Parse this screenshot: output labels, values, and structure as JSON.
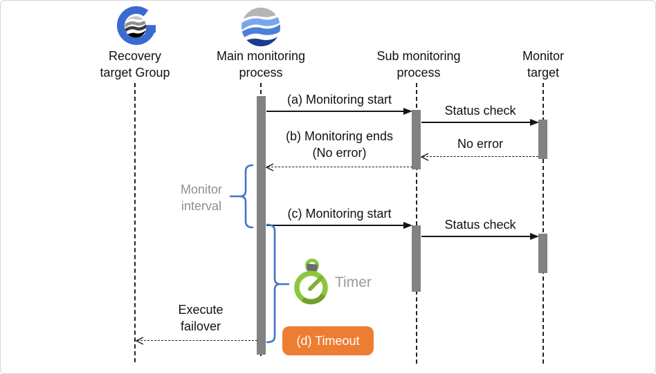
{
  "actors": [
    {
      "line1": "Recovery",
      "line2": "target Group"
    },
    {
      "line1": "Main monitoring",
      "line2": "process"
    },
    {
      "line1": "Sub monitoring",
      "line2": "process"
    },
    {
      "line1": "Monitor",
      "line2": "target"
    }
  ],
  "messages": {
    "monitoring_start_a": "(a) Monitoring start",
    "status_check_1": "Status check",
    "no_error": "No error",
    "monitoring_ends_b_line1": "(b) Monitoring ends",
    "monitoring_ends_b_line2": "(No error)",
    "monitoring_start_c": "(c) Monitoring start",
    "status_check_2": "Status check",
    "execute_failover_line1": "Execute",
    "execute_failover_line2": "failover"
  },
  "annotations": {
    "monitor_interval_line1": "Monitor",
    "monitor_interval_line2": "interval",
    "timer_label": "Timer",
    "timeout_label": "(d) Timeout"
  },
  "icons": {
    "group_logo": "blue-G-with-grey-waves-circle",
    "wave_logo": "blue-wave-sphere",
    "timer": "green-stopwatch"
  },
  "colors": {
    "activation_bar": "#828282",
    "brace_blue": "#4472C4",
    "timer_green": "#8CC63F",
    "timer_green_dark": "#71A02C",
    "timeout_orange": "#ED7D31",
    "muted_text": "#8F8F8F",
    "line_black": "#151515"
  }
}
